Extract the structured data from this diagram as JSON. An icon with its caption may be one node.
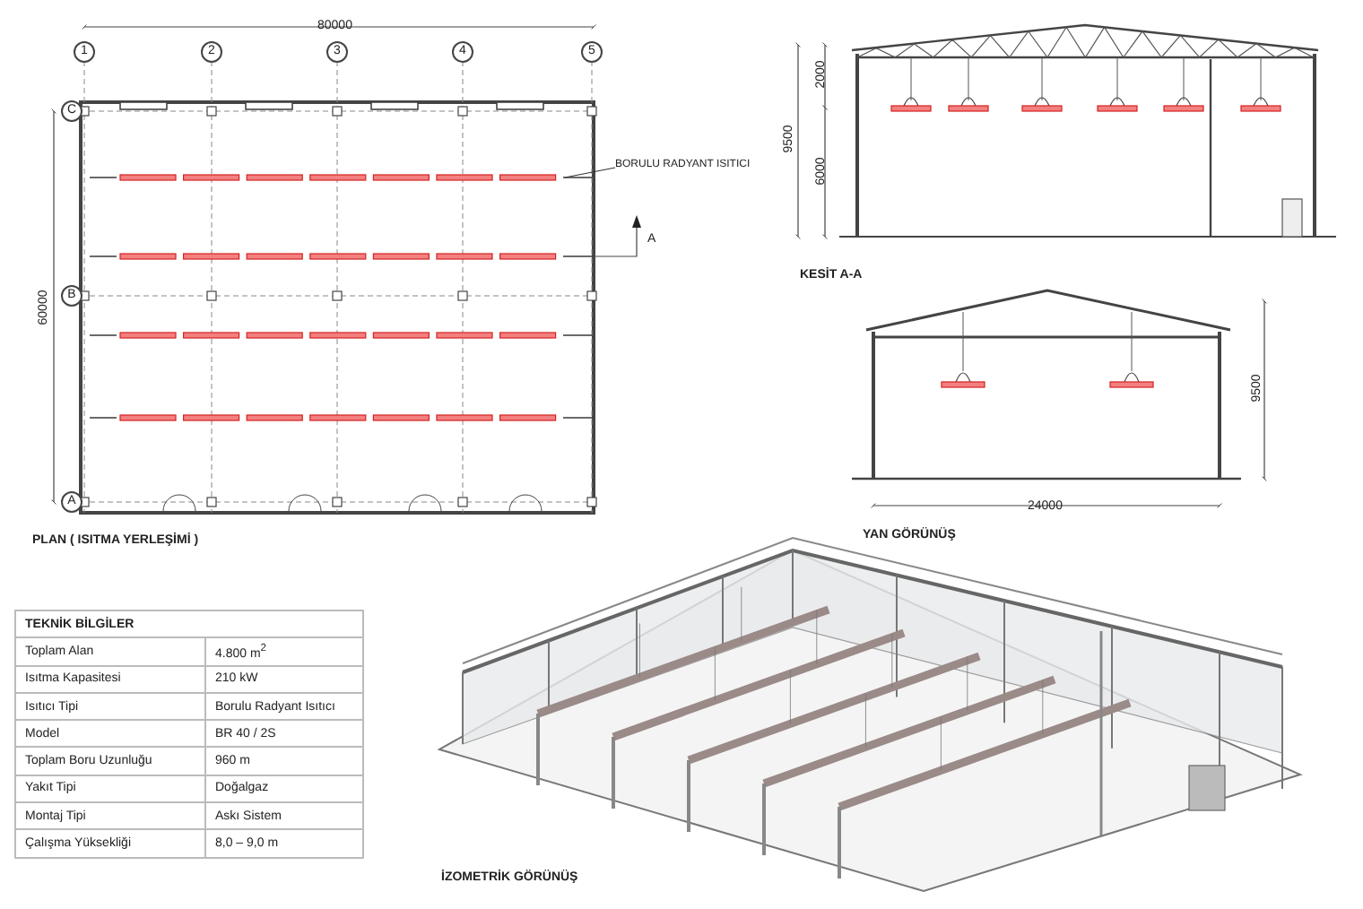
{
  "diagram": {
    "nodes": [
      {
        "text": [
          "BORULU RADYANT ISITICI"
        ]
      },
      {
        "text": [],
        "shape": "bar"
      }
    ],
    "edges": [
      {
        "from": 0,
        "to": 1,
        "arrow": "none"
      }
    ],
    "labels": [
      "80000",
      "1",
      "2",
      "3",
      "4",
      "5",
      "C",
      "B",
      "A",
      "60000",
      "A",
      "PLAN ( ISITMA YERLEŞİMİ )",
      "2000",
      "9500",
      "6000",
      "KESİT A-A",
      "9500",
      "24000",
      "YAN GÖRÜNÜŞ",
      "TEKNİK BİLGİLER",
      "Toplam Alan",
      "4.800 m$^{2}$",
      "Isıtma Kapasitesi",
      "210 kW",
      "Isıtıcı Tipi",
      "Borulu Radyant Isıtıcı",
      "Model",
      "BR 40 / 2S",
      "Toplam Boru Uzunluğu",
      "960 m",
      "Yakıt Tipi",
      "Doğalgaz",
      "Montaj Tipi",
      "Askı Sistem",
      "Çalışma Yüksekliği",
      "8,0 – 9,0 m",
      "İZOMETRİK GÖRÜNÜŞ"
    ]
  }
}
